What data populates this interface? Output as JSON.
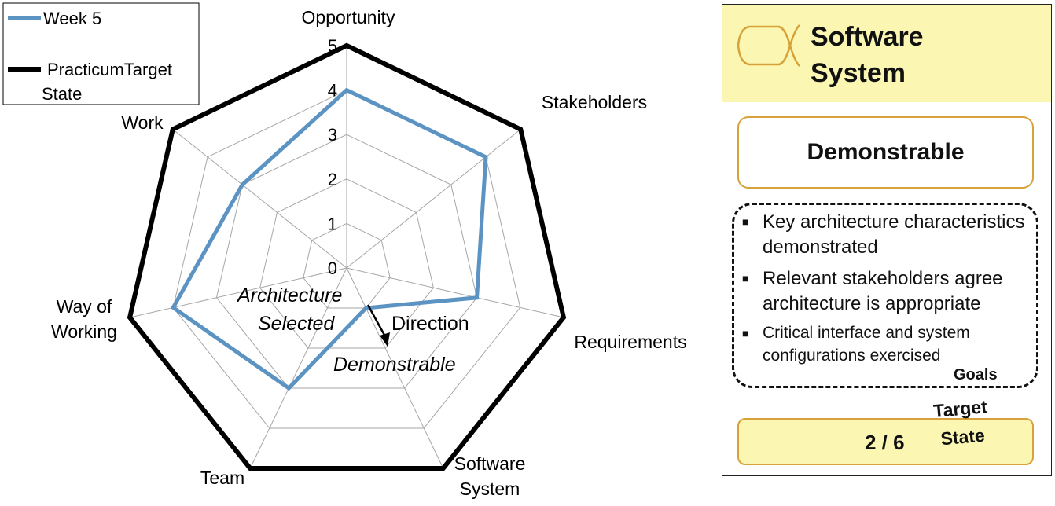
{
  "chart_data": {
    "type": "radar",
    "axes": [
      "Opportunity",
      "Stakeholders",
      "Requirements",
      "Software\nSystem",
      "Team",
      "Way of\nWorking",
      "Work"
    ],
    "rlim": [
      0,
      5
    ],
    "ticks": [
      "0",
      "1",
      "2",
      "3",
      "4",
      "5"
    ],
    "grid": true,
    "legend_position": "top-left",
    "series": [
      {
        "name": "Week 5",
        "values": [
          4,
          4,
          3,
          1,
          3,
          4,
          3
        ],
        "color": "#5b93c3"
      },
      {
        "name": "PracticumTarget State",
        "values": [
          5,
          5,
          5,
          5,
          5,
          5,
          5
        ],
        "color": "#000000"
      }
    ],
    "annotations": {
      "architecture": "Architecture",
      "selected": "Selected",
      "direction": "Direction",
      "demonstrable": "Demonstrable"
    }
  },
  "card": {
    "title": "Software System",
    "state": "Demonstrable",
    "goals": [
      "Key architecture characteristics demonstrated",
      "Relevant stakeholders agree architecture is appropriate",
      "Critical interface and system configurations exercised"
    ],
    "goals_label": "Goals",
    "target_label": "Target State",
    "count": "2 / 6",
    "colors": {
      "header_bg": "#fbf7b3",
      "border": "#d7a23a"
    }
  }
}
